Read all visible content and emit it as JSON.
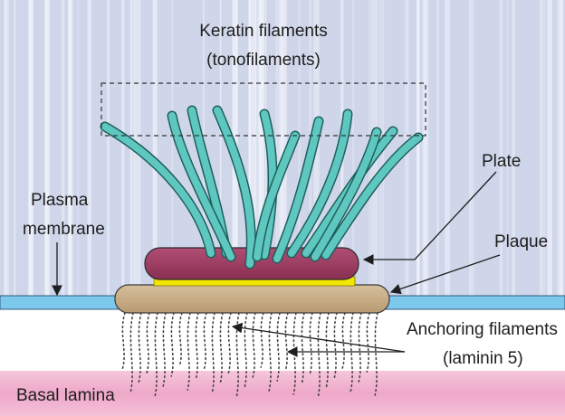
{
  "labels": {
    "keratin_line1": "Keratin filaments",
    "keratin_line2": "(tonofilaments)",
    "plate": "Plate",
    "plasma_line1": "Plasma",
    "plasma_line2": "membrane",
    "plaque": "Plaque",
    "anchoring_line1": "Anchoring filaments",
    "anchoring_line2": "(laminin 5)",
    "basal_lamina": "Basal lamina"
  },
  "colors": {
    "cytoplasm_background": "#cfd6ea",
    "cytoplasm_streaks": "#f4f6fc",
    "keratin_filament": "#5ec8c0",
    "keratin_outline": "#1f5f5c",
    "plate": "#9c3b60",
    "plaque": "#c8ad86",
    "yellow_layer": "#f2e600",
    "plasma_membrane": "#7dc9ee",
    "basal_lamina": "#f0b2cf",
    "anchoring_filament": "#444444"
  }
}
